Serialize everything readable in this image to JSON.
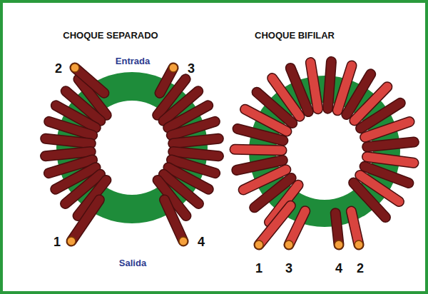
{
  "diagram": {
    "labels": [
      "CHOQUE SEPARADO",
      "CHOQUE BIFILAR",
      "Entrada",
      "Salida",
      "2",
      "3",
      "1",
      "4",
      "1",
      "3",
      "4",
      "2"
    ]
  }
}
